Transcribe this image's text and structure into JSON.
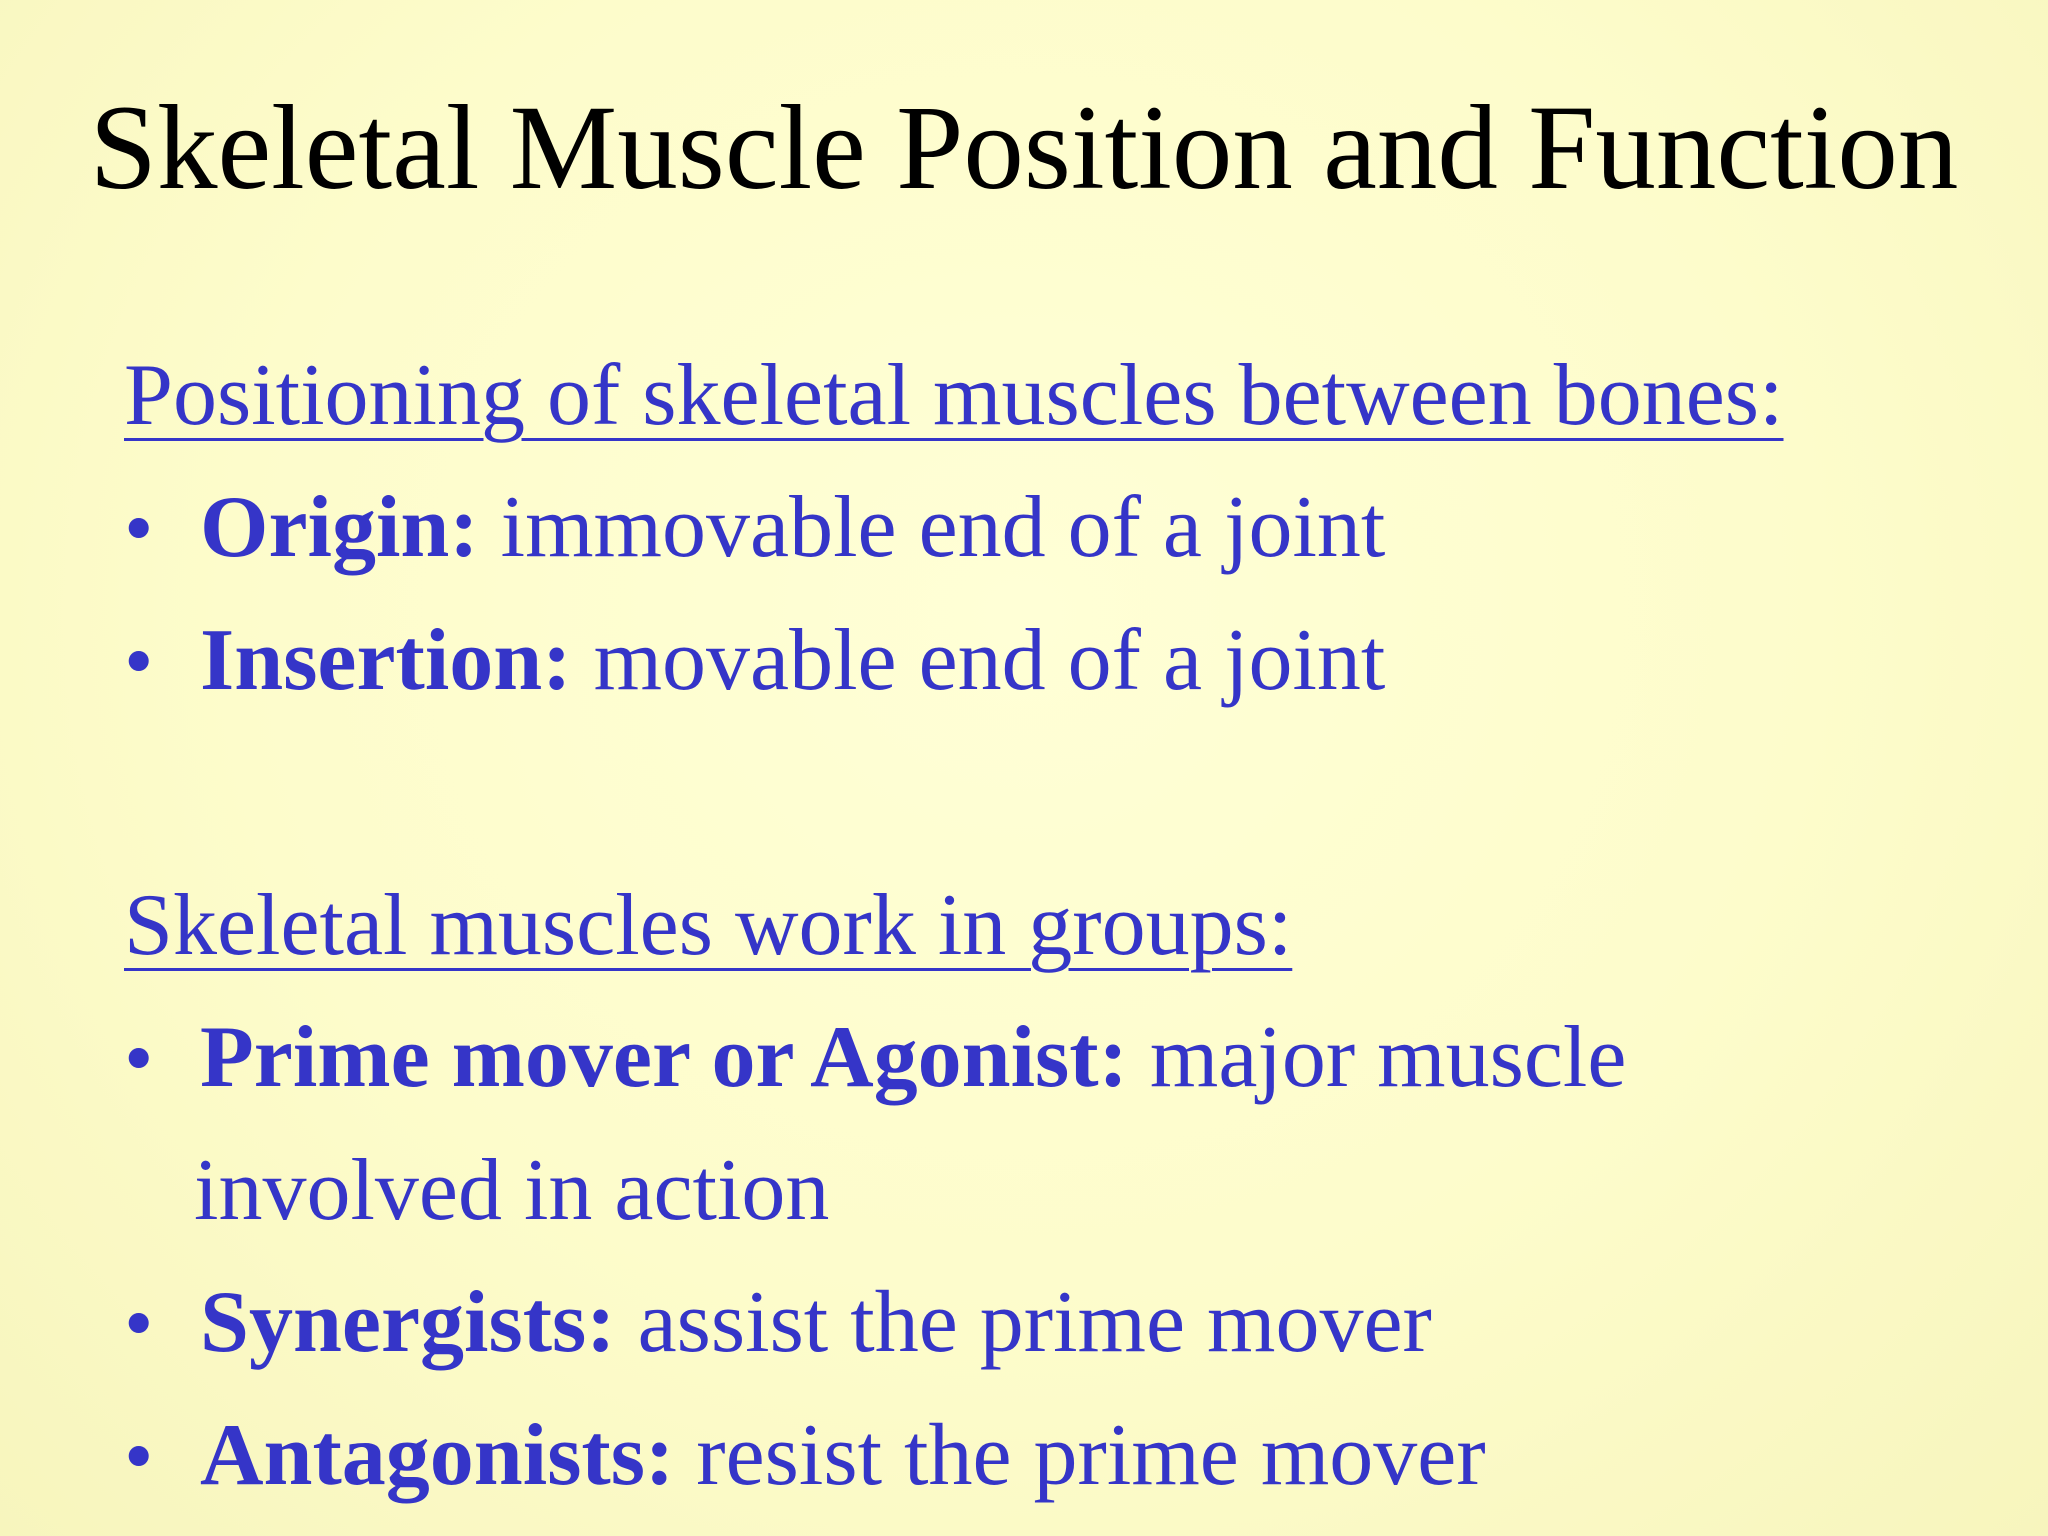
{
  "slide": {
    "title": "Skeletal Muscle Position and Function",
    "section1": {
      "heading": "Positioning of skeletal muscles between bones:",
      "items": [
        {
          "term": "Origin:",
          "desc": " immovable end of a joint"
        },
        {
          "term": "Insertion:",
          "desc": " movable end of a joint"
        }
      ]
    },
    "section2": {
      "heading": "Skeletal muscles work in groups:",
      "items": [
        {
          "term": "Prime mover or Agonist:",
          "desc": " major muscle",
          "continuation": "involved in action"
        },
        {
          "term": "Synergists:",
          "desc": " assist the prime mover"
        },
        {
          "term": "Antagonists:",
          "desc": " resist the prime mover"
        }
      ]
    },
    "bullet_glyph": "•",
    "colors": {
      "background": "#fdfccb",
      "title": "#000000",
      "body_text": "#3535c8"
    }
  }
}
